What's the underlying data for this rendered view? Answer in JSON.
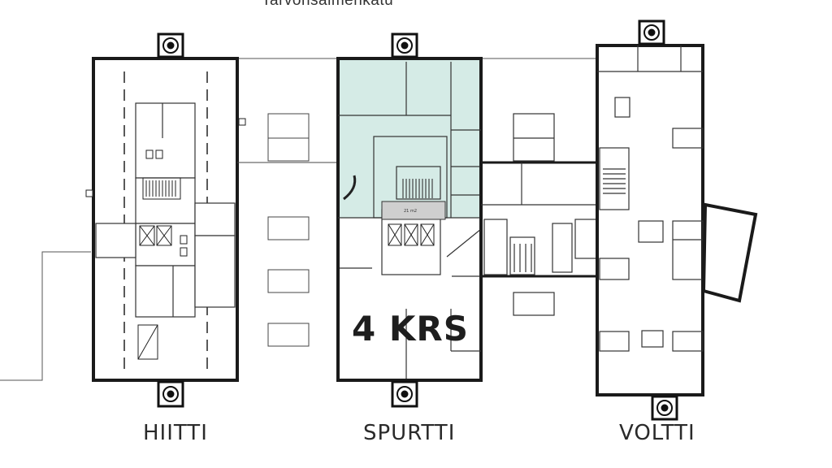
{
  "street_label": "Tarvonsalmenkatu",
  "floor_label": "4 KRS",
  "buildings": {
    "hiitti": "HIITTI",
    "spurtti": "SPURTTI",
    "voltti": "VOLTTI"
  },
  "room_area_label": "21 m2",
  "colors": {
    "highlight": "#d5ebe6",
    "wall": "#1a1a1a",
    "line": "#333333"
  }
}
